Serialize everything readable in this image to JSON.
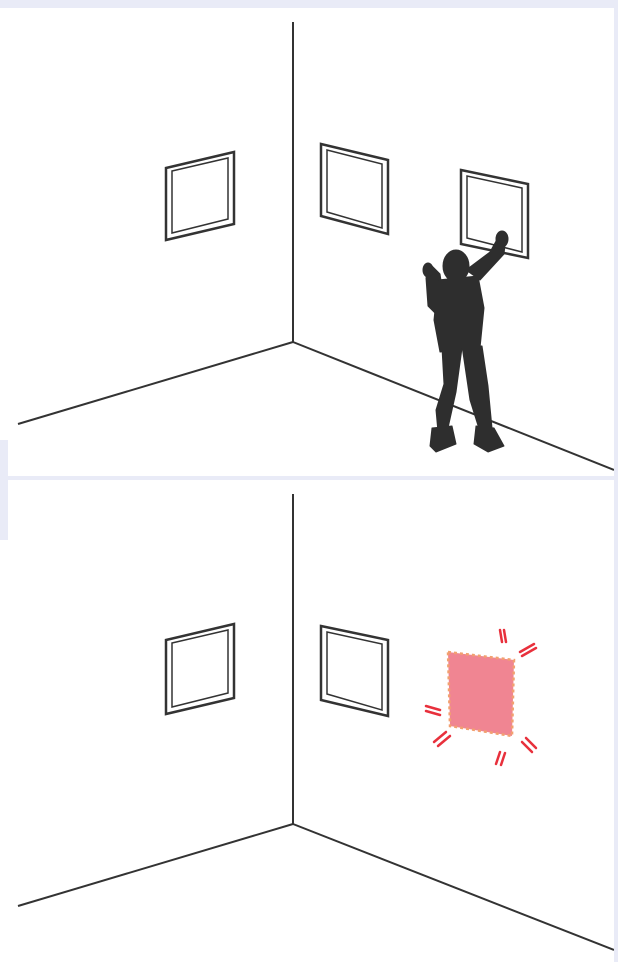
{
  "scenes": [
    {
      "id": "before",
      "frames": [
        "left-wall-frame",
        "corner-frame",
        "right-frame-held"
      ],
      "person": "person-removing-frame"
    },
    {
      "id": "after",
      "frames": [
        "left-wall-frame",
        "corner-frame",
        "missing-frame-highlight"
      ],
      "highlight_color": "#f08592",
      "burst_color": "#e8303c"
    }
  ],
  "colors": {
    "background": "#e9ebf7",
    "panel": "#ffffff",
    "line": "#333333",
    "person": "#2e2e2e",
    "highlight": "#f08592",
    "highlight_border": "#f2a070",
    "burst": "#e8303c"
  }
}
